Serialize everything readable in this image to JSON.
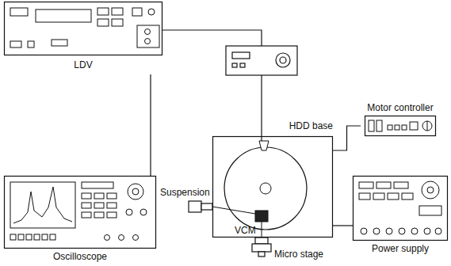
{
  "diagram": {
    "nodes": [
      {
        "text": [
          "LDV"
        ]
      },
      {
        "text": [
          "Oscilloscope"
        ]
      },
      {
        "text": [
          "HDD base"
        ]
      },
      {
        "text": [
          "Motor controller"
        ]
      },
      {
        "text": [
          "Power supply"
        ]
      }
    ],
    "edges": [
      {
        "from": 0,
        "to": 1,
        "arrow": "none"
      },
      {
        "from": 2,
        "to": 3,
        "arrow": "none"
      },
      {
        "from": 2,
        "to": 4,
        "arrow": "none"
      }
    ],
    "labels": [
      "Suspension",
      "VCM",
      "Micro stage"
    ]
  }
}
